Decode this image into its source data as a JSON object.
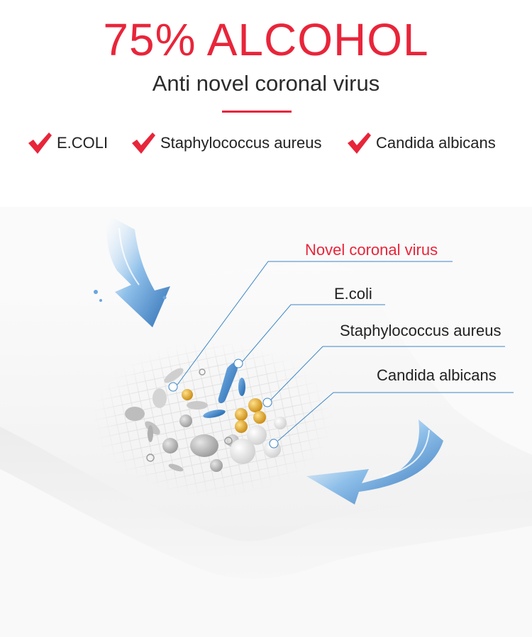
{
  "headline": "75% ALCOHOL",
  "subheadline": "Anti novel coronal virus",
  "claims": [
    {
      "label": "E.COLI",
      "icon": "checkmark-icon"
    },
    {
      "label": "Staphylococcus aureus",
      "icon": "checkmark-icon"
    },
    {
      "label": "Candida albicans",
      "icon": "checkmark-icon"
    }
  ],
  "callouts": [
    {
      "label": "Novel coronal virus"
    },
    {
      "label": "E.coli"
    },
    {
      "label": "Staphylococcus aureus"
    },
    {
      "label": "Candida albicans"
    }
  ],
  "colors": {
    "accent_red": "#e8253a",
    "leader_blue": "#3d86c6",
    "text_dark": "#222222",
    "germ_gold": "#e5a523",
    "germ_blue": "#2f7ec9"
  }
}
